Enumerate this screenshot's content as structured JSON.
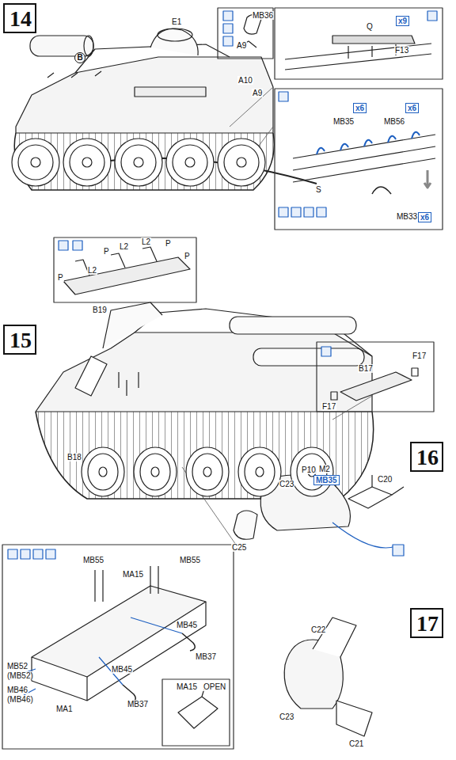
{
  "diagram": {
    "nodes": [
      {
        "text": [
          "14"
        ]
      },
      {
        "text": [
          "15"
        ]
      },
      {
        "text": [
          "16"
        ]
      },
      {
        "text": [
          "17"
        ]
      }
    ],
    "labels": [
      "B",
      "E1",
      "MB36",
      "A9",
      "A10",
      "A9",
      "Q",
      "x9",
      "F13",
      "MB35",
      "x6",
      "MB56",
      "x6",
      "MB33",
      "x6",
      "S",
      "P",
      "L2",
      "L2",
      "L2",
      "P",
      "P",
      "P",
      "B19",
      "B18",
      "M2",
      "MB35",
      "F17",
      "B17",
      "F17",
      "MB55",
      "MB55",
      "MA15",
      "MB45",
      "MB37",
      "MB45",
      "MB37",
      "MB52",
      "(MB52)",
      "MB46",
      "(MB46)",
      "MA1",
      "MA15",
      "OPEN",
      "P10",
      "C23",
      "C20",
      "C25",
      "C22",
      "C23",
      "C21"
    ]
  }
}
